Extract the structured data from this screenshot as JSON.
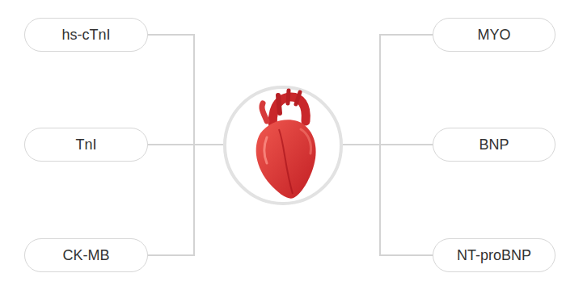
{
  "diagram": {
    "nodes": [
      {
        "text": [
          "hs-cTnI"
        ]
      },
      {
        "text": [
          "MYO"
        ]
      },
      {
        "text": [
          "TnI"
        ]
      },
      {
        "text": [
          "BNP"
        ]
      },
      {
        "text": [
          "CK-MB"
        ]
      },
      {
        "text": [
          "NT-proBNP"
        ]
      }
    ]
  }
}
